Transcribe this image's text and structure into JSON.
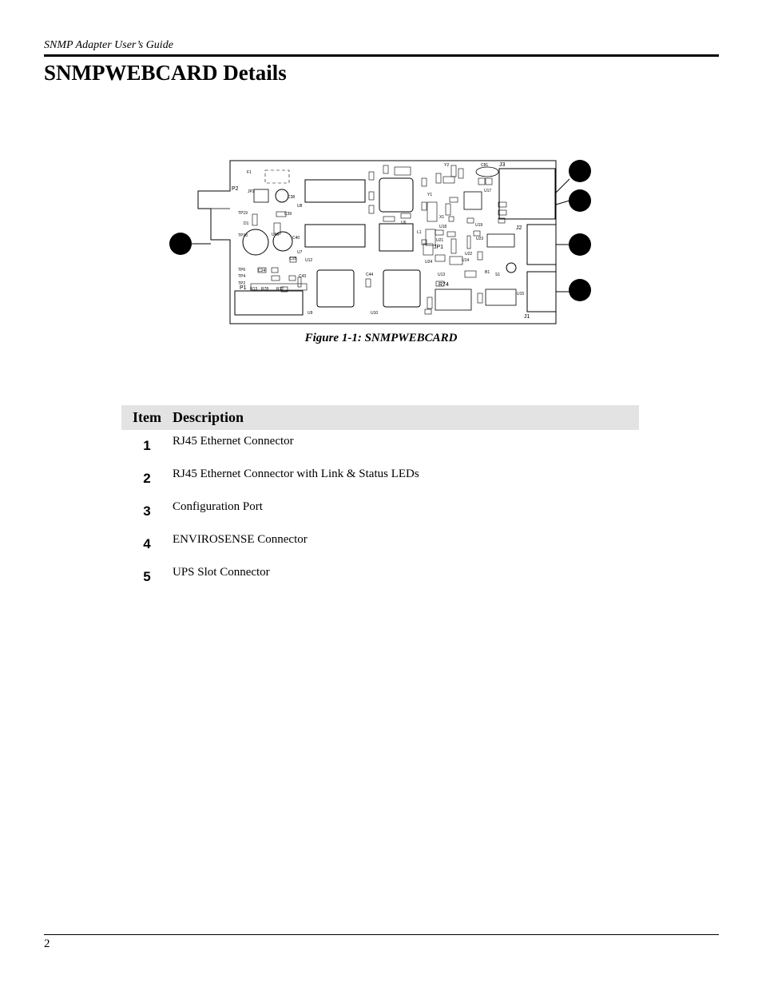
{
  "header": {
    "running_title": "SNMP Adapter User’s Guide",
    "page_title": "SNMPWEBCARD Details"
  },
  "figure": {
    "caption": "Figure 1-1: SNMPWEBCARD",
    "board_labels": [
      "P2",
      "J3",
      "J2",
      "J1",
      "P1",
      "U8",
      "U7",
      "U6",
      "U9",
      "U10",
      "U16",
      "U12",
      "U13",
      "U14",
      "U15",
      "U17",
      "U18",
      "U19",
      "U21",
      "U22",
      "U23",
      "U24",
      "JP1",
      "JP2",
      "C38",
      "C39",
      "C40",
      "C43",
      "C44",
      "C81",
      "R74",
      "S1",
      "B1",
      "Y1",
      "Y2",
      "X1",
      "L1",
      "D1",
      "F1",
      "TP19",
      "TP18",
      "TP6",
      "TP4",
      "TP2",
      "R13",
      "R78",
      "R12",
      "C24",
      "C15"
    ]
  },
  "table": {
    "headers": {
      "item": "Item",
      "description": "Description"
    },
    "rows": [
      {
        "item": "1",
        "description": "RJ45 Ethernet Connector"
      },
      {
        "item": "2",
        "description": "RJ45 Ethernet Connector with Link & Status LEDs"
      },
      {
        "item": "3",
        "description": "Configuration Port"
      },
      {
        "item": "4",
        "description": "ENVIROSENSE Connector"
      },
      {
        "item": "5",
        "description": "UPS Slot Connector"
      }
    ]
  },
  "footer": {
    "page_number": "2"
  }
}
